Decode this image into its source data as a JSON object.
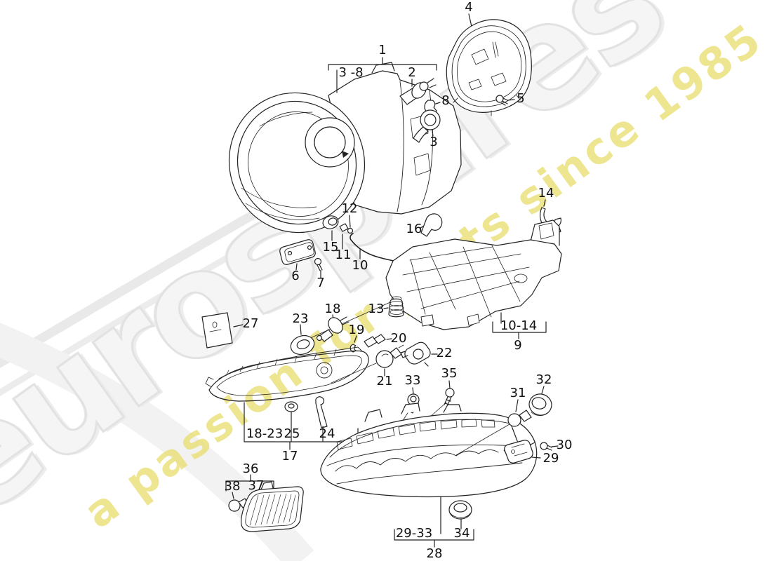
{
  "watermark": {
    "brand": "eurospares",
    "tagline": "a passion for parts since 1985",
    "brand_color": "#f5f5f5",
    "brand_outline_color": "#e2e2e2",
    "tagline_color": "#eadf76"
  },
  "diagram": {
    "description": "Exploded parts diagram of headlamp assembly with numbered callouts",
    "line_color": "#222222",
    "label_color": "#111111",
    "background_swoosh_color": "#e9e9e9"
  },
  "callouts": {
    "c1": "1",
    "c3_8": "3 -8",
    "c2": "2",
    "c8": "8",
    "c3": "3",
    "c4": "4",
    "c5": "5",
    "c14": "14",
    "c12": "12",
    "c15": "15",
    "c11": "11",
    "c10": "10",
    "c16": "16",
    "c6": "6",
    "c7": "7",
    "c13": "13",
    "c18": "18",
    "c23": "23",
    "c19": "19",
    "c20": "20",
    "c22": "22",
    "c27": "27",
    "c21": "21",
    "c33": "33",
    "c35": "35",
    "c10_14": "10-14",
    "c9": "9",
    "c18_23": "18-23",
    "c25": "25",
    "c24": "24",
    "c17": "17",
    "c36": "36",
    "c38": "38",
    "c37": "37",
    "c32": "32",
    "c31": "31",
    "c30": "30",
    "c29": "29",
    "c34": "34",
    "c29_33": "29-33",
    "c28": "28"
  }
}
